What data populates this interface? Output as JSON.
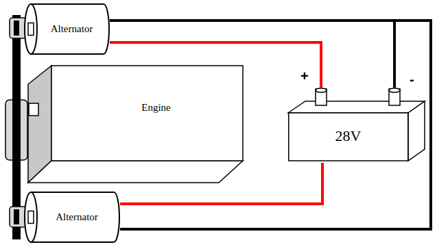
{
  "diagram": {
    "nodes": [
      {
        "text": [
          "Alternator"
        ]
      },
      {
        "text": [
          "Engine"
        ]
      },
      {
        "text": [
          "28V"
        ]
      },
      {
        "text": [
          "Alternator"
        ]
      }
    ],
    "edges": [
      {
        "from": 0,
        "to": 2,
        "arrow": "none"
      },
      {
        "from": 0,
        "to": 2,
        "arrow": "none"
      },
      {
        "from": 3,
        "to": 2,
        "arrow": "none"
      },
      {
        "from": 3,
        "to": 2,
        "arrow": "none"
      }
    ],
    "labels": [
      "+",
      "-"
    ]
  }
}
